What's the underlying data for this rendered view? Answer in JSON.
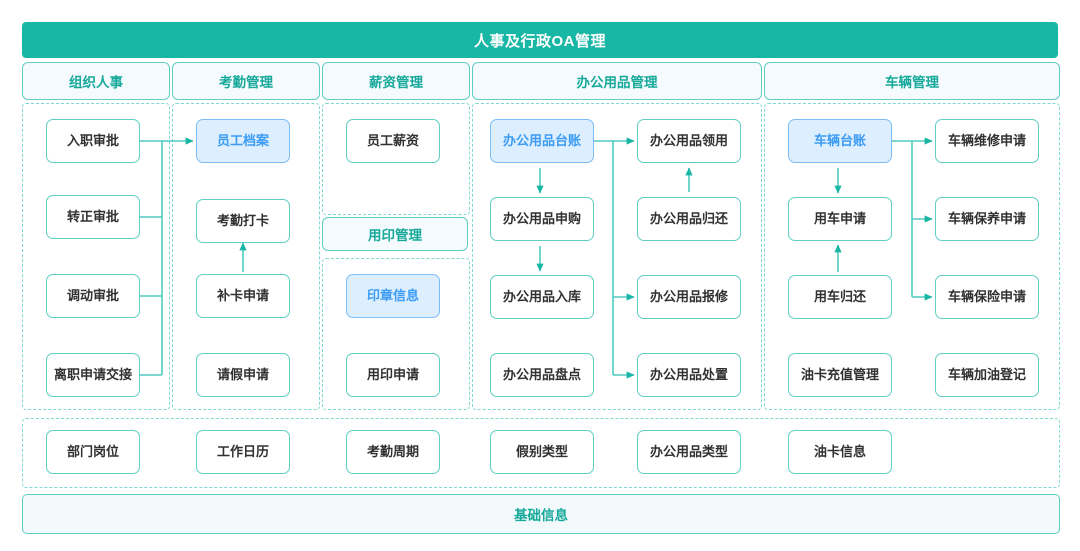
{
  "header": {
    "title": "人事及行政OA管理",
    "color": "#18b6a4"
  },
  "theme": {
    "teal": "#18b6a4",
    "teal_border": "#5fcfc4",
    "dashed": "#7fd8d0",
    "blue_fill": "#ddeeff",
    "blue_border": "#7cbdf5",
    "blue_text": "#3c9cf3",
    "chip_fill": "#f4fafd",
    "node_text": "#313131"
  },
  "categories": [
    {
      "label": "组织人事"
    },
    {
      "label": "考勤管理"
    },
    {
      "label": "薪资管理"
    },
    {
      "label": "办公用品管理"
    },
    {
      "label": "车辆管理"
    }
  ],
  "columns": [
    {
      "key": "org-hr",
      "nodes": [
        {
          "label": "入职审批",
          "highlight": false
        },
        {
          "label": "转正审批",
          "highlight": false
        },
        {
          "label": "调动审批",
          "highlight": false
        },
        {
          "label": "离职申请交接",
          "highlight": false
        }
      ]
    },
    {
      "key": "attendance",
      "nodes": [
        {
          "label": "员工档案",
          "highlight": true
        },
        {
          "label": "考勤打卡",
          "highlight": false
        },
        {
          "label": "补卡申请",
          "highlight": false
        },
        {
          "label": "请假申请",
          "highlight": false
        }
      ]
    },
    {
      "key": "payroll-seal",
      "subhead": "用印管理",
      "nodes": [
        {
          "label": "员工薪资",
          "highlight": false
        },
        {
          "label": "印章信息",
          "highlight": true
        },
        {
          "label": "用印申请",
          "highlight": false
        }
      ]
    },
    {
      "key": "office-supplies",
      "left_nodes": [
        {
          "label": "办公用品台账",
          "highlight": true
        },
        {
          "label": "办公用品申购",
          "highlight": false
        },
        {
          "label": "办公用品入库",
          "highlight": false
        },
        {
          "label": "办公用品盘点",
          "highlight": false
        }
      ],
      "right_nodes": [
        {
          "label": "办公用品领用",
          "highlight": false
        },
        {
          "label": "办公用品归还",
          "highlight": false
        },
        {
          "label": "办公用品报修",
          "highlight": false
        },
        {
          "label": "办公用品处置",
          "highlight": false
        }
      ]
    },
    {
      "key": "vehicle",
      "left_nodes": [
        {
          "label": "车辆台账",
          "highlight": true
        },
        {
          "label": "用车申请",
          "highlight": false
        },
        {
          "label": "用车归还",
          "highlight": false
        },
        {
          "label": "油卡充值管理",
          "highlight": false
        }
      ],
      "right_nodes": [
        {
          "label": "车辆维修申请",
          "highlight": false
        },
        {
          "label": "车辆保养申请",
          "highlight": false
        },
        {
          "label": "车辆保险申请",
          "highlight": false
        },
        {
          "label": "车辆加油登记",
          "highlight": false
        }
      ]
    }
  ],
  "basic_info": {
    "nodes": [
      {
        "label": "部门岗位"
      },
      {
        "label": "工作日历"
      },
      {
        "label": "考勤周期"
      },
      {
        "label": "假别类型"
      },
      {
        "label": "办公用品类型"
      },
      {
        "label": "油卡信息"
      }
    ]
  },
  "footer": {
    "label": "基础信息"
  }
}
